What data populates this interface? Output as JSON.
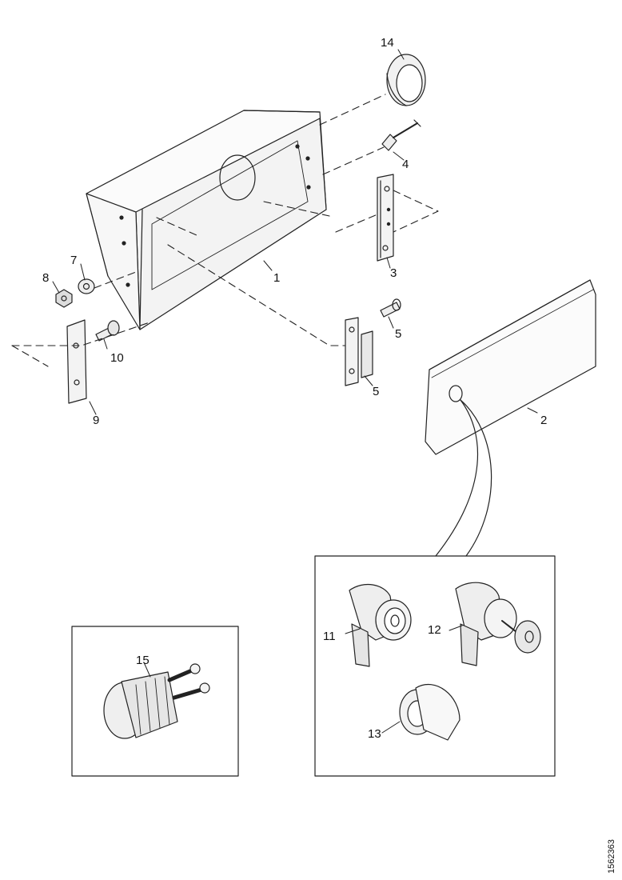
{
  "labels": {
    "p1": "1",
    "p2": "2",
    "p3": "3",
    "p4": "4",
    "p5a": "5",
    "p5b": "5",
    "p7": "7",
    "p8": "8",
    "p9": "9",
    "p10": "10",
    "p11": "11",
    "p12": "12",
    "p13": "13",
    "p14": "14",
    "p15": "15"
  },
  "reference_code": "1562363"
}
